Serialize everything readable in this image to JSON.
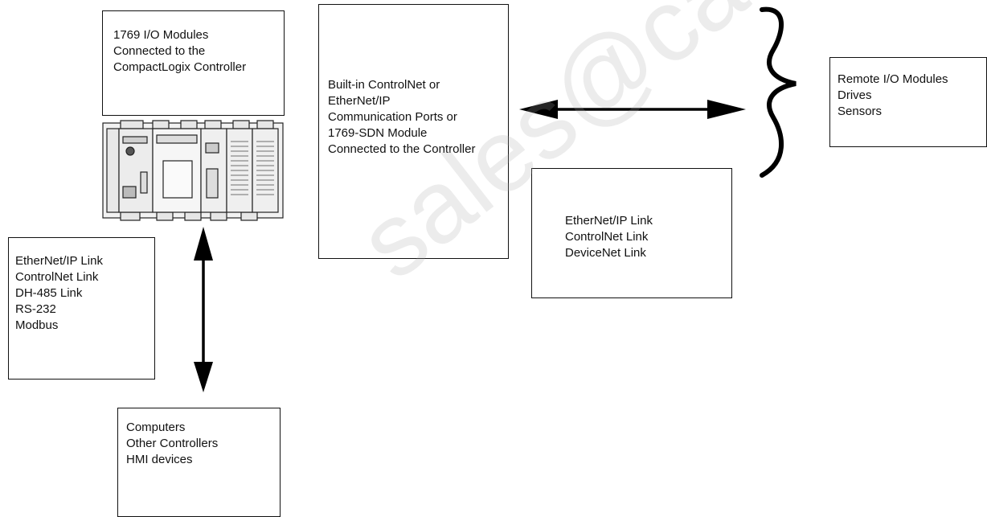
{
  "boxes": {
    "io_modules": [
      "1769 I/O Modules",
      "Connected to the",
      "CompactLogix Controller"
    ],
    "builtin_ports": [
      "Built-in ControlNet or",
      "EtherNet/IP",
      "Communication Ports or",
      "1769-SDN Module",
      "Connected to the Controller"
    ],
    "remote_devices": [
      "Remote I/O Modules",
      "Drives",
      "Sensors"
    ],
    "network_links_right": [
      "EtherNet/IP Link",
      "ControlNet Link",
      "DeviceNet Link"
    ],
    "network_links_left": [
      "EtherNet/IP Link",
      "ControlNet Link",
      "DH-485 Link",
      "RS-232",
      "Modbus"
    ],
    "connected_devices": [
      "Computers",
      "Other Controllers",
      "HMI devices"
    ]
  },
  "watermark": "sales@cambia.c",
  "colors": {
    "line": "#111111",
    "box_border": "#111111",
    "watermark": "#aaaaaa"
  }
}
